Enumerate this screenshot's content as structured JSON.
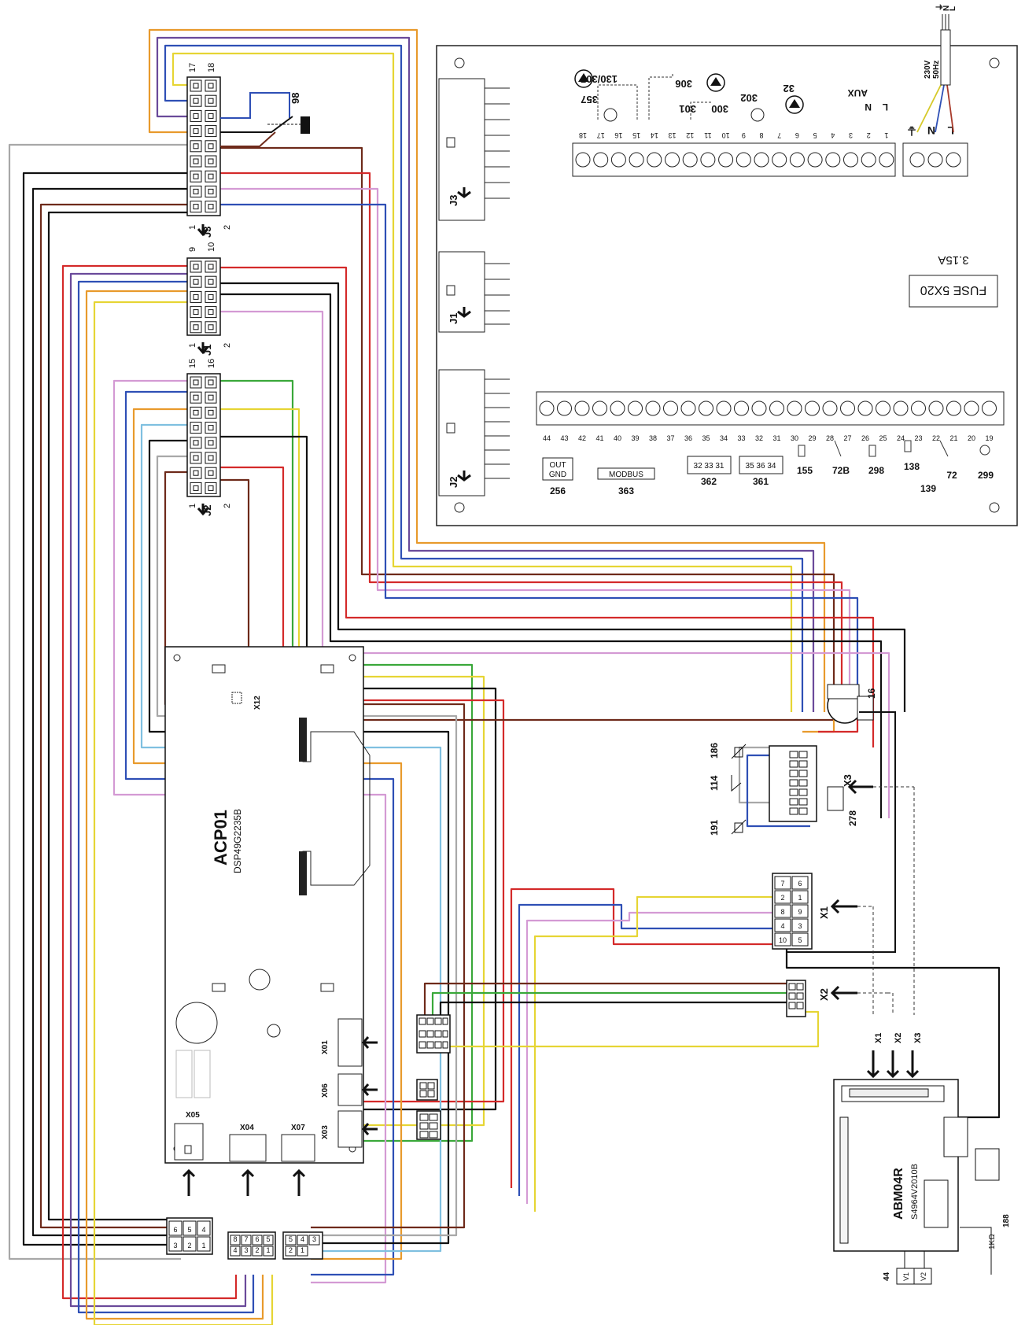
{
  "main_board": {
    "mains": {
      "l": "L",
      "n": "N",
      "earth": "⏚",
      "voltage": "230V",
      "freq": "50Hz"
    },
    "fuse": {
      "type": "FUSE 5X20",
      "rating": "3.15A"
    },
    "connectors": [
      "J3",
      "J1",
      "J2"
    ],
    "top_terminal_numbers": [
      "18",
      "17",
      "16",
      "15",
      "14",
      "13",
      "12",
      "11",
      "10",
      "9",
      "8",
      "7",
      "6",
      "5",
      "4",
      "3",
      "2",
      "1"
    ],
    "top_terminal_labels": {
      "aux": "AUX",
      "l": "L",
      "n": "N",
      "c357": "357",
      "c130_307": "130/307",
      "c306": "306",
      "c301": "301",
      "c300": "300",
      "c302": "302",
      "c32": "32"
    },
    "bottom_terminal_numbers": [
      "44",
      "43",
      "42",
      "41",
      "40",
      "39",
      "38",
      "37",
      "36",
      "35",
      "34",
      "33",
      "32",
      "31",
      "30",
      "29",
      "28",
      "27",
      "26",
      "25",
      "24",
      "23",
      "22",
      "21",
      "20",
      "19"
    ],
    "bottom_boxes": {
      "out_gnd": "OUT\nGND",
      "modbus": "MODBUS",
      "b362": "32  33  31",
      "b361": "35  36  34"
    },
    "bottom_labels": [
      "256",
      "363",
      "362",
      "361",
      "155",
      "72B",
      "298",
      "138",
      "139",
      "72",
      "299"
    ]
  },
  "side_connectors": {
    "j3": {
      "name": "J3",
      "pins": [
        "1",
        "2",
        "17",
        "18"
      ]
    },
    "j1": {
      "name": "J1",
      "pins": [
        "1",
        "2",
        "9",
        "10"
      ]
    },
    "j2": {
      "name": "J2",
      "pins": [
        "1",
        "2",
        "15",
        "16"
      ]
    },
    "switch_label": "98"
  },
  "acp_board": {
    "name": "ACP01",
    "part": "DSP49G2235B",
    "connectors": [
      "X12",
      "X01",
      "X06",
      "X03",
      "X05",
      "X04",
      "X07"
    ]
  },
  "plug_6": {
    "pins": [
      "6",
      "5",
      "4",
      "3",
      "2",
      "1"
    ]
  },
  "plug_8": {
    "pins": [
      "8",
      "7",
      "6",
      "5",
      "4",
      "3",
      "2",
      "1"
    ]
  },
  "plug_5": {
    "pins": [
      "5",
      "4",
      "3",
      "2",
      "1"
    ]
  },
  "x1_plug": {
    "name": "X1",
    "pins": [
      "7",
      "6",
      "2",
      "1",
      "8",
      "9",
      "4",
      "3",
      "10",
      "5"
    ]
  },
  "x2_plug": {
    "name": "X2"
  },
  "x3_plug": {
    "name": "X3"
  },
  "sensors": {
    "s186": "186",
    "s114": "114",
    "s191": "191",
    "s278": "278",
    "s16": "16"
  },
  "burner": {
    "name": "ABM04R",
    "part": "S4964V2010B",
    "inputs": [
      "X1",
      "X2",
      "X3"
    ],
    "resistor": "1KΩ",
    "ref188": "188",
    "valve_ref": "44",
    "v1": "V1",
    "v2": "V2"
  },
  "wire_colors": {
    "red": "#d42a2a",
    "blue": "#2e4fb5",
    "brown": "#6e2a1a",
    "black": "#111111",
    "grey": "#a8a8a8",
    "orange": "#e89a2c",
    "yellow": "#e6d534",
    "violet": "#6a4a9a",
    "pink": "#d49ad4",
    "green": "#3aa83a",
    "lightblue": "#7fc0e0"
  }
}
